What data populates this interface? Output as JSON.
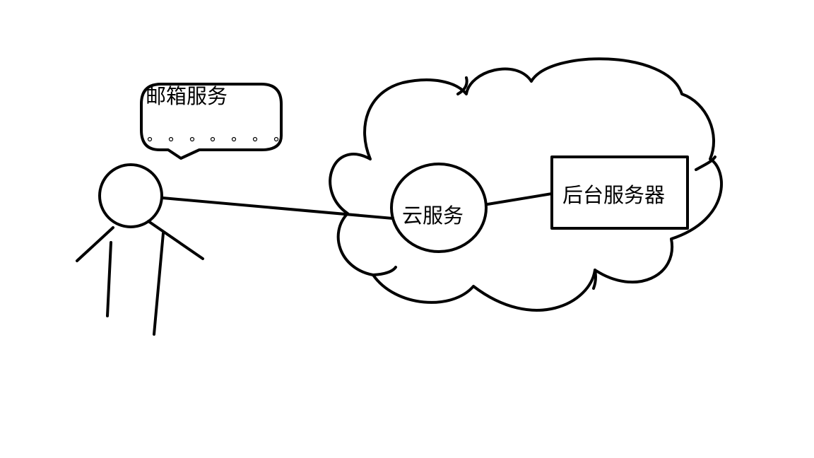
{
  "diagram": {
    "speech_bubble": {
      "label": "邮箱服务"
    },
    "cloud_service": {
      "label": "云服务"
    },
    "backend_server": {
      "label": "后台服务器"
    }
  },
  "colors": {
    "stroke": "#000000",
    "background": "#ffffff"
  }
}
